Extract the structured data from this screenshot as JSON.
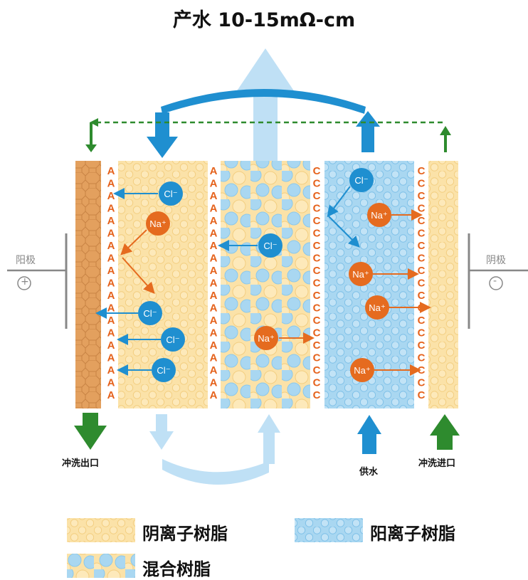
{
  "title": "产水 10-15mΩ-cm",
  "electrodes": {
    "anode_label": "阳极",
    "anode_symbol": "+",
    "cathode_label": "阴极",
    "cathode_symbol": "-"
  },
  "ports": {
    "flush_outlet": "冲洗出口",
    "feed_water": "供水",
    "flush_inlet": "冲洗进口"
  },
  "membrane_letters": {
    "anion": "A",
    "cation": "C"
  },
  "ions": {
    "chloride": "Cl⁻",
    "sodium": "Na⁺"
  },
  "legend": [
    {
      "label": "阴离子树脂",
      "pattern": "anion"
    },
    {
      "label": "阳离子树脂",
      "pattern": "cation"
    },
    {
      "label": "混合树脂",
      "pattern": "mixed"
    }
  ],
  "colors": {
    "anion_resin": "#fbe2a8",
    "cation_resin": "#a9d7f1",
    "anode_plate": "#e3a05e",
    "chloride_ion": "#1f8fd0",
    "sodium_ion": "#e56b1f",
    "flush_arrow": "#2e8b2e",
    "product_arrow": "#bfe0f5",
    "membrane_letter": "#e5621c"
  }
}
